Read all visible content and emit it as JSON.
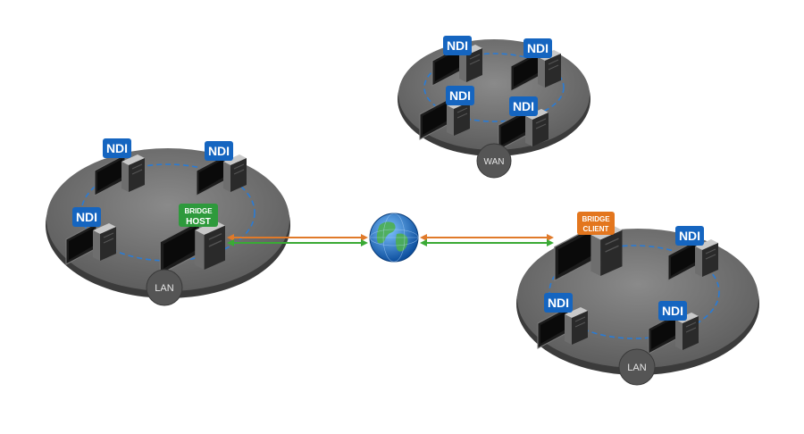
{
  "networks": [
    {
      "id": "lan-left",
      "label": "LAN"
    },
    {
      "id": "wan-top",
      "label": "WAN"
    },
    {
      "id": "lan-right",
      "label": "LAN"
    }
  ],
  "badges": {
    "ndi": "NDI",
    "bridge_host": [
      "BRIDGE",
      "HOST"
    ],
    "bridge_client": [
      "BRIDGE",
      "CLIENT"
    ]
  },
  "colors": {
    "ndi_badge": "#1565c0",
    "bridge_host_badge": "#2e9a3c",
    "bridge_client_badge": "#e3761e",
    "link_orange": "#e07a2a",
    "link_green": "#3aaa35",
    "ring_dash": "#2a7bd4",
    "platform": "#6a6a6a"
  },
  "icons": {
    "globe": "globe-icon",
    "workstation": "workstation-icon"
  }
}
